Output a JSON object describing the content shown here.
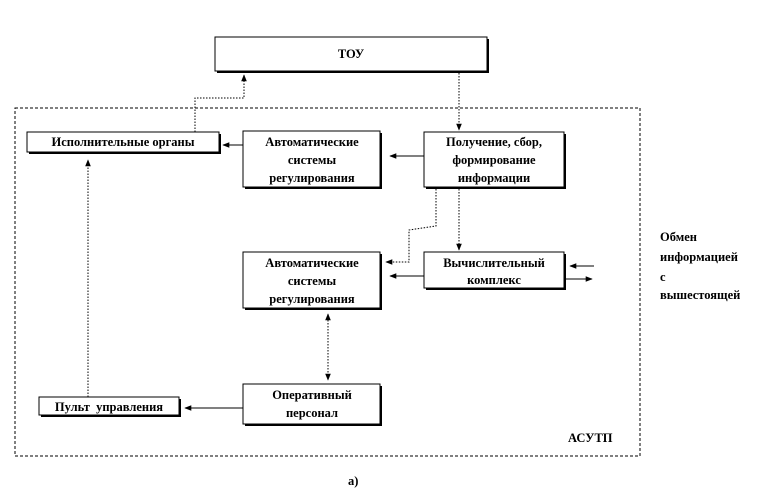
{
  "diagram": {
    "tou": "ТОУ",
    "executive_organs": "Исполнительные органы",
    "auto_reg_top": [
      "Автоматические",
      "системы",
      "регулирования"
    ],
    "info_collection": [
      "Получение, сбор,",
      "формирование",
      "информации"
    ],
    "auto_reg_mid": [
      "Автоматические",
      "системы",
      "регулирования"
    ],
    "computing_complex": [
      "Вычислительный",
      "комплекс"
    ],
    "operative_staff": [
      "Оперативный",
      "персонал"
    ],
    "control_panel": "Пульт  управления",
    "exchange_note": [
      "Обмен",
      "информацией",
      "с",
      "вышестоящей"
    ],
    "frame_label": "АСУТП",
    "caption": "а)"
  }
}
